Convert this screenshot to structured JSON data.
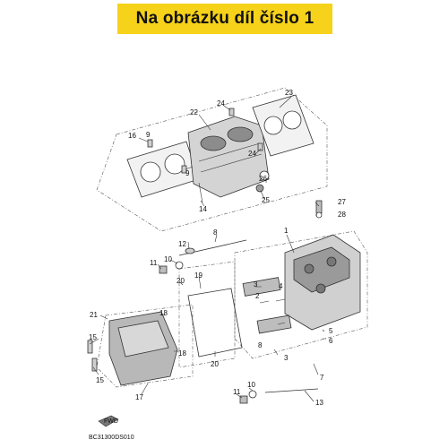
{
  "banner": {
    "title": "Na obrázku díl číslo 1"
  },
  "callouts": {
    "n1": "1",
    "n2": "2",
    "n3": "3",
    "n3b": "3",
    "n4": "4",
    "n5": "5",
    "n6": "6",
    "n7": "7",
    "n8": "8",
    "n8b": "8",
    "n9": "9",
    "n9b": "9",
    "n10": "10",
    "n10b": "10",
    "n11": "11",
    "n11b": "11",
    "n12": "12",
    "n13": "13",
    "n14": "14",
    "n15": "15",
    "n15b": "15",
    "n16": "16",
    "n17": "17",
    "n18": "18",
    "n18b": "18",
    "n19": "19",
    "n20": "20",
    "n20b": "20",
    "n21": "21",
    "n22": "22",
    "n23": "23",
    "n24": "24",
    "n24b": "24",
    "n25": "25",
    "n26": "26",
    "n27": "27",
    "n28": "28"
  },
  "footer": {
    "diagram_code": "BC31300DS010",
    "fwd_label": "FWD"
  },
  "colors": {
    "banner": "#f6d21a",
    "part_fill": "#d4d4d4",
    "part_dark": "#8c8c8c",
    "line": "#333333"
  }
}
